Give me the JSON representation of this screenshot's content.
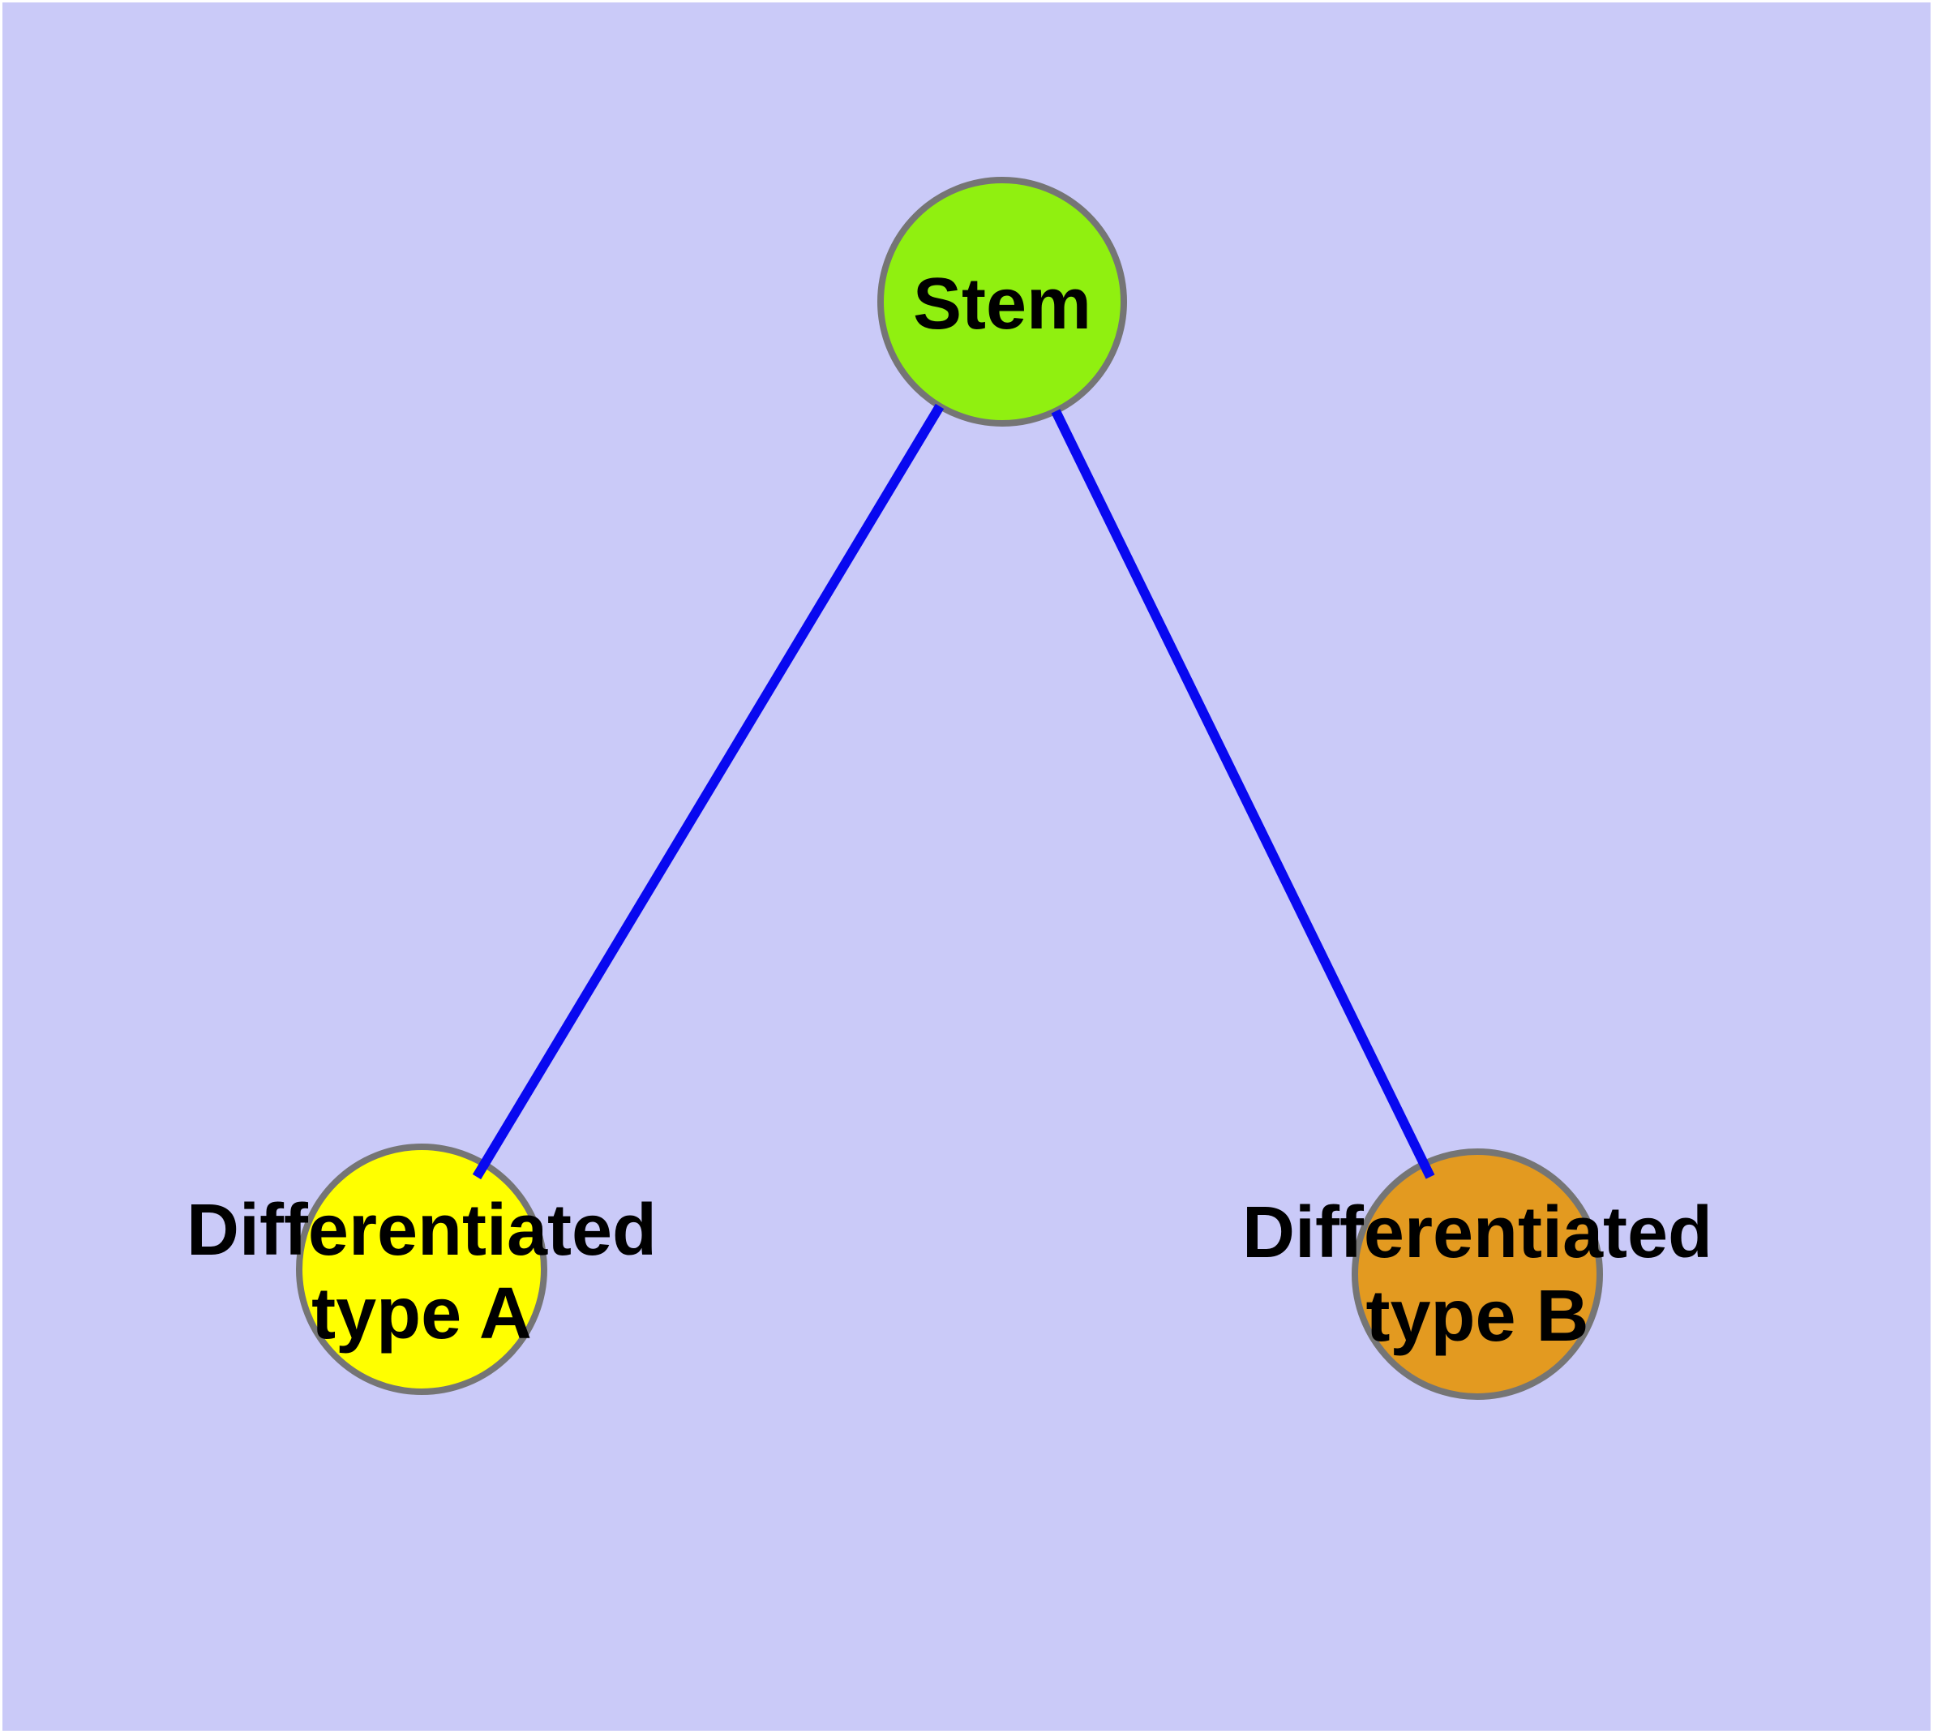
{
  "diagram": {
    "background_color": "#CACAF8",
    "node_border_color": "#757575",
    "edge_color": "#0808F0",
    "text_color": "#000000",
    "nodes": {
      "stem": {
        "label": "Stem",
        "fill": "#90F010"
      },
      "type_a": {
        "label_line1": "Differentiated",
        "label_line2": "type A",
        "fill": "#FFFF00"
      },
      "type_b": {
        "label_line1": "Differentiated",
        "label_line2": "type B",
        "fill": "#E39A20"
      }
    },
    "edges": [
      {
        "from": "Stem",
        "to": "Differentiated type A"
      },
      {
        "from": "Stem",
        "to": "Differentiated type B"
      }
    ]
  }
}
